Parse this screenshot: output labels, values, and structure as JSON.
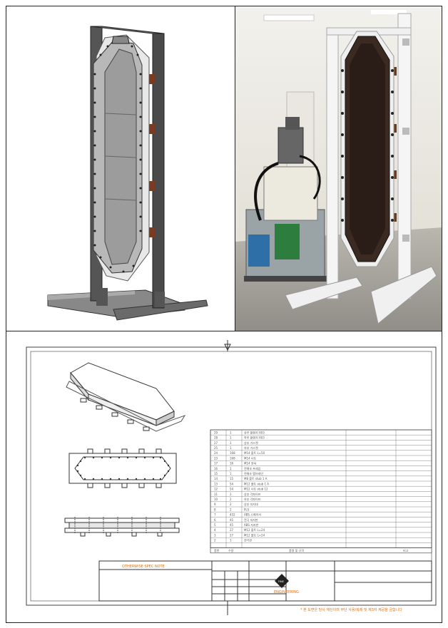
{
  "panels": {
    "render_3d": {
      "name": "3d-render"
    },
    "photo": {
      "name": "photo"
    },
    "drawing": {
      "name": "technical-drawing"
    }
  },
  "title_block": {
    "note_label": "OTHERWISE SPEC NOTE",
    "company": "FINE",
    "company_sub": "ENGINEERING",
    "footer_note": "* 본 도면은 당사 재산이며 무단 사용/복제 및 제3자 제공을 금합니다"
  },
  "parts_list": {
    "headers": [
      "품번",
      "수량",
      "품명 및 규격",
      "비고"
    ],
    "rows": [
      {
        "no": "29",
        "qty": "1",
        "desc": "상부 플랜지 A03"
      },
      {
        "no": "28",
        "qty": "1",
        "desc": "하부 플랜지 A03"
      },
      {
        "no": "27",
        "qty": "1",
        "desc": "상부 가스켓"
      },
      {
        "no": "25",
        "qty": "1",
        "desc": "하부 가스켓"
      },
      {
        "no": "24",
        "qty": "168",
        "desc": "M14 볼트 L=50"
      },
      {
        "no": "23",
        "qty": "168",
        "desc": "M14 너트"
      },
      {
        "no": "17",
        "qty": "16",
        "desc": "M14 와셔"
      },
      {
        "no": "16",
        "qty": "1",
        "desc": "전해조 프레임"
      },
      {
        "no": "15",
        "qty": "1",
        "desc": "전해조 멤브레인"
      },
      {
        "no": "14",
        "qty": "15",
        "desc": "M8 볼트 stub 1 A"
      },
      {
        "no": "13",
        "qty": "54",
        "desc": "M12 볼트 stub 1 A"
      },
      {
        "no": "12",
        "qty": "54",
        "desc": "M12 너트 stub 12"
      },
      {
        "no": "11",
        "qty": "2",
        "desc": "상부 각파이프"
      },
      {
        "no": "10",
        "qty": "2",
        "desc": "하부 각파이프"
      },
      {
        "no": "9",
        "qty": "2",
        "desc": "상부 지지대"
      },
      {
        "no": "8",
        "qty": "2",
        "desc": "PLS"
      },
      {
        "no": "7",
        "qty": "432",
        "desc": "ABS 스페이서"
      },
      {
        "no": "6",
        "qty": "45",
        "desc": "전극 지지판"
      },
      {
        "no": "5",
        "qty": "45",
        "desc": "ABS 지지판"
      },
      {
        "no": "4",
        "qty": "27",
        "desc": "M12 볼트 L=24"
      },
      {
        "no": "3",
        "qty": "27",
        "desc": "M12 볼트 L=24"
      },
      {
        "no": "2",
        "qty": "1",
        "desc": "전극판"
      }
    ]
  }
}
